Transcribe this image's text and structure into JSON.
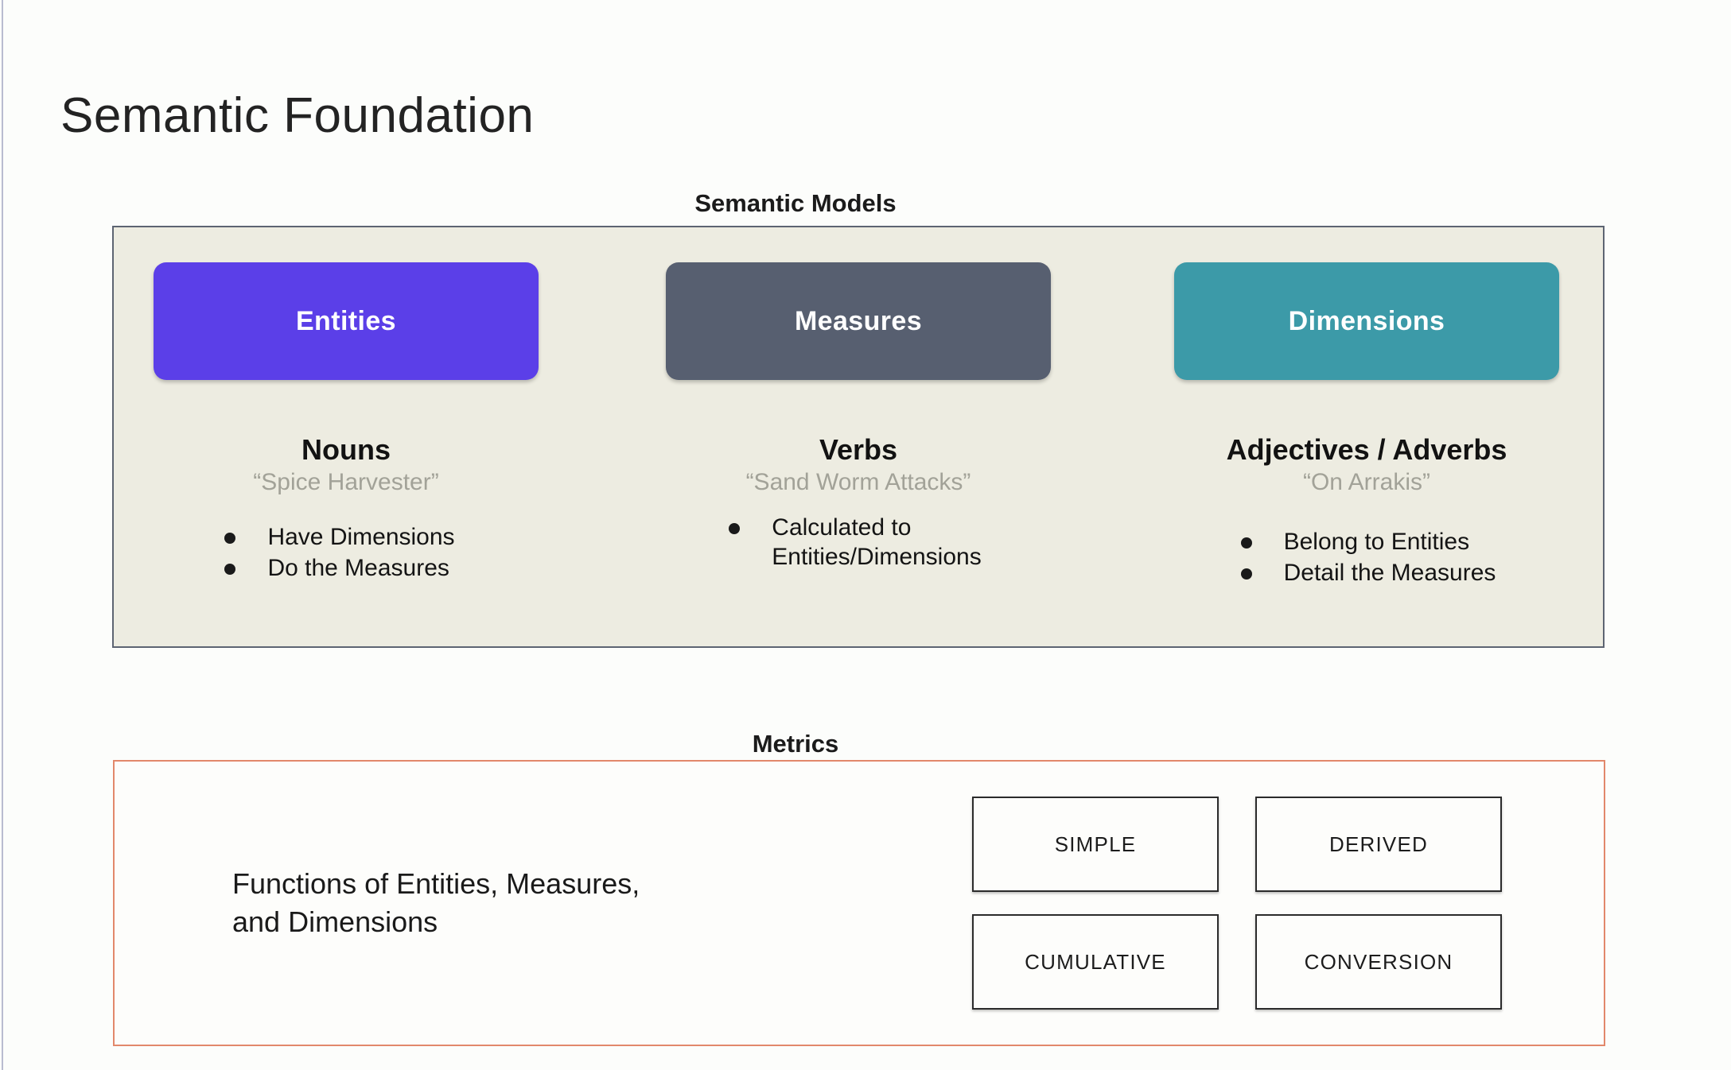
{
  "slide": {
    "title": "Semantic Foundation",
    "background_color": "#fcfdfb"
  },
  "semantic_models": {
    "caption": "Semantic Models",
    "panel_background": "#edece1",
    "panel_border_color": "#5d6472",
    "columns": [
      {
        "chip_label": "Entities",
        "chip_color": "#5b3fe8",
        "part_of_speech": "Nouns",
        "example": "“Spice Harvester”",
        "bullets": [
          "Have Dimensions",
          "Do the Measures"
        ]
      },
      {
        "chip_label": "Measures",
        "chip_color": "#575f70",
        "part_of_speech": "Verbs",
        "example": "“Sand Worm Attacks”",
        "bullets": [
          "Calculated to\nEntities/Dimensions"
        ]
      },
      {
        "chip_label": "Dimensions",
        "chip_color": "#3c9aa8",
        "part_of_speech": "Adjectives / Adverbs",
        "example": "“On Arrakis”",
        "bullets": [
          "Belong to Entities",
          "Detail the Measures"
        ]
      }
    ]
  },
  "metrics": {
    "caption": "Metrics",
    "panel_border_color": "#e2886b",
    "description": "Functions of Entities, Measures,\nand Dimensions",
    "types": [
      "SIMPLE",
      "DERIVED",
      "CUMULATIVE",
      "CONVERSION"
    ]
  }
}
